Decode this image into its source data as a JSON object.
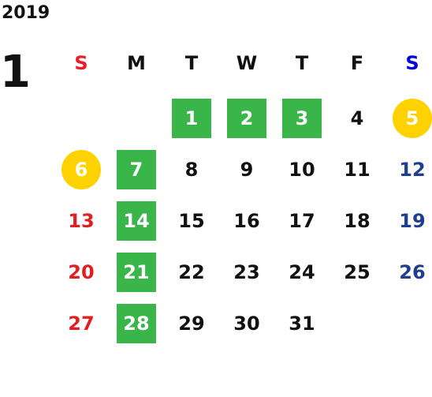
{
  "calendar": {
    "year": "2019",
    "month": "1",
    "weekdays": [
      "S",
      "M",
      "T",
      "W",
      "T",
      "F",
      "S"
    ],
    "weekday_colors": [
      "#ee1c24",
      "#111111",
      "#111111",
      "#111111",
      "#111111",
      "#111111",
      "#0000dd"
    ],
    "colors": {
      "sunday_day": "#e02020",
      "saturday_day": "#1e3f8f",
      "weekday_day": "#111111",
      "green_highlight": "#3ab54a",
      "yellow_highlight": "#fed200",
      "highlight_text": "#ffffff"
    },
    "weeks": [
      [
        null,
        null,
        {
          "d": "1",
          "hl": "green"
        },
        {
          "d": "2",
          "hl": "green"
        },
        {
          "d": "3",
          "hl": "green"
        },
        {
          "d": "4"
        },
        {
          "d": "5",
          "hl": "yellow"
        }
      ],
      [
        {
          "d": "6",
          "hl": "yellow"
        },
        {
          "d": "7",
          "hl": "green"
        },
        {
          "d": "8"
        },
        {
          "d": "9"
        },
        {
          "d": "10"
        },
        {
          "d": "11"
        },
        {
          "d": "12"
        }
      ],
      [
        {
          "d": "13"
        },
        {
          "d": "14",
          "hl": "green"
        },
        {
          "d": "15"
        },
        {
          "d": "16"
        },
        {
          "d": "17"
        },
        {
          "d": "18"
        },
        {
          "d": "19"
        }
      ],
      [
        {
          "d": "20"
        },
        {
          "d": "21",
          "hl": "green"
        },
        {
          "d": "22"
        },
        {
          "d": "23"
        },
        {
          "d": "24"
        },
        {
          "d": "25"
        },
        {
          "d": "26"
        }
      ],
      [
        {
          "d": "27"
        },
        {
          "d": "28",
          "hl": "green"
        },
        {
          "d": "29"
        },
        {
          "d": "30"
        },
        {
          "d": "31"
        },
        null,
        null
      ]
    ]
  }
}
